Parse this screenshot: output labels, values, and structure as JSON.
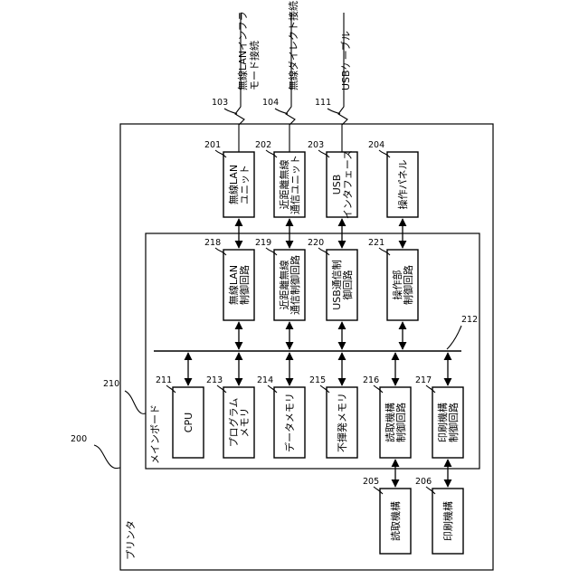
{
  "printer": {
    "label": "プリンタ",
    "ref": "200"
  },
  "mainboard": {
    "label": "メインボード",
    "ref": "210"
  },
  "bus_ref": "212",
  "connections": [
    {
      "id": "conn-103",
      "ref": "103",
      "lines": [
        "無線LANインフラ",
        "モード接続"
      ]
    },
    {
      "id": "conn-104",
      "ref": "104",
      "lines": [
        "無線ダイレクト接続"
      ]
    },
    {
      "id": "conn-111",
      "ref": "111",
      "lines": [
        "USBケーブル"
      ]
    }
  ],
  "outer_units": [
    {
      "id": "wlan-unit",
      "ref": "201",
      "lines": [
        "無線LAN",
        "ユニット"
      ]
    },
    {
      "id": "nfc-unit",
      "ref": "202",
      "lines": [
        "近距離無線",
        "通信ユニット"
      ]
    },
    {
      "id": "usb-interface",
      "ref": "203",
      "lines": [
        "USB",
        "インタフェース"
      ]
    },
    {
      "id": "operation-panel",
      "ref": "204",
      "lines": [
        "操作パネル"
      ]
    }
  ],
  "control_circuits": [
    {
      "id": "wlan-control",
      "ref": "218",
      "lines": [
        "無線LAN",
        "制御回路"
      ]
    },
    {
      "id": "nfc-control",
      "ref": "219",
      "lines": [
        "近距離無線",
        "通信制御回路"
      ]
    },
    {
      "id": "usb-control",
      "ref": "220",
      "lines": [
        "USB通信制",
        "御回路"
      ]
    },
    {
      "id": "operation-control",
      "ref": "221",
      "lines": [
        "操作部",
        "制御回路"
      ]
    }
  ],
  "bus_blocks": [
    {
      "id": "cpu",
      "ref": "211",
      "lines": [
        "CPU"
      ]
    },
    {
      "id": "program-memory",
      "ref": "213",
      "lines": [
        "プログラム",
        "メモリ"
      ]
    },
    {
      "id": "data-memory",
      "ref": "214",
      "lines": [
        "データメモリ"
      ]
    },
    {
      "id": "nonvolatile-memory",
      "ref": "215",
      "lines": [
        "不揮発メモリ"
      ]
    },
    {
      "id": "reader-control",
      "ref": "216",
      "lines": [
        "読取機構",
        "制御回路"
      ]
    },
    {
      "id": "printer-control",
      "ref": "217",
      "lines": [
        "印刷機構",
        "制御回路"
      ]
    }
  ],
  "mechanisms": [
    {
      "id": "reading-mechanism",
      "ref": "205",
      "lines": [
        "読取機構"
      ]
    },
    {
      "id": "printing-mechanism",
      "ref": "206",
      "lines": [
        "印刷機構"
      ]
    }
  ]
}
